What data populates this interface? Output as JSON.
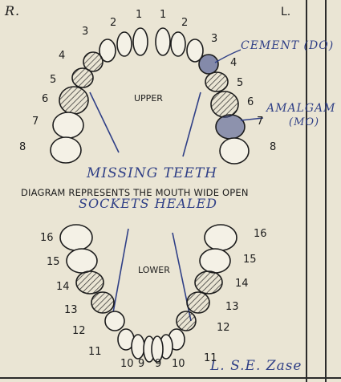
{
  "corners": {
    "left": "R.",
    "right": "L."
  },
  "upper_label": "UPPER",
  "lower_label": "LOWER",
  "diagram_caption": "DIAGRAM REPRESENTS THE MOUTH WIDE OPEN",
  "handwritten": {
    "missing_teeth": "MISSING TEETH",
    "sockets_healed": "SOCKETS HEALED",
    "cement": "CEMENT (DO)",
    "amalgam": "AMALGAM",
    "amalgam_surface": "(MO)",
    "signature": "L. S.E. Zase"
  },
  "upper_numbers": {
    "right": [
      "1",
      "2",
      "3",
      "4",
      "5",
      "6",
      "7",
      "8"
    ],
    "left": [
      "1",
      "2",
      "3",
      "4",
      "5",
      "6",
      "7",
      "8"
    ]
  },
  "lower_numbers": {
    "right": [
      "16",
      "15",
      "14",
      "13",
      "12",
      "11",
      "10",
      "9"
    ],
    "left": [
      "16",
      "15",
      "14",
      "13",
      "12",
      "11",
      "10",
      "9"
    ]
  },
  "colors": {
    "ink": "#1c1c1c",
    "pen": "#2f3f86",
    "paper": "#eae5d4"
  }
}
